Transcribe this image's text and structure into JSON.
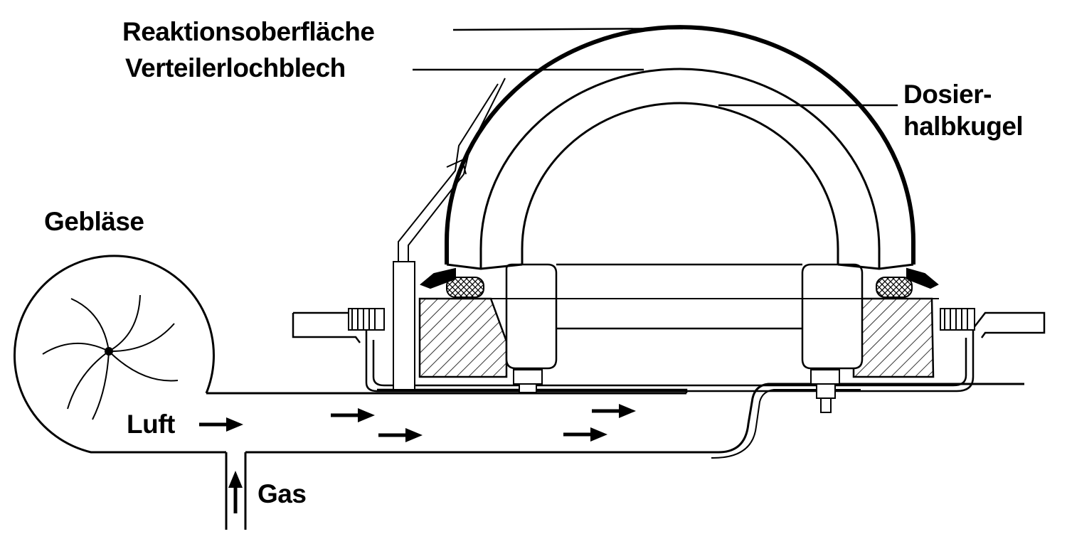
{
  "labels": {
    "reaktionsoberflaeche": "Reaktionsoberfläche",
    "verteilerlochblech": "Verteilerlochblech",
    "dosier_line1": "Dosier-",
    "dosier_line2": "halbkugel",
    "geblaese": "Gebläse",
    "luft": "Luft",
    "gas": "Gas"
  },
  "colors": {
    "ink": "#000000",
    "background": "#ffffff"
  }
}
